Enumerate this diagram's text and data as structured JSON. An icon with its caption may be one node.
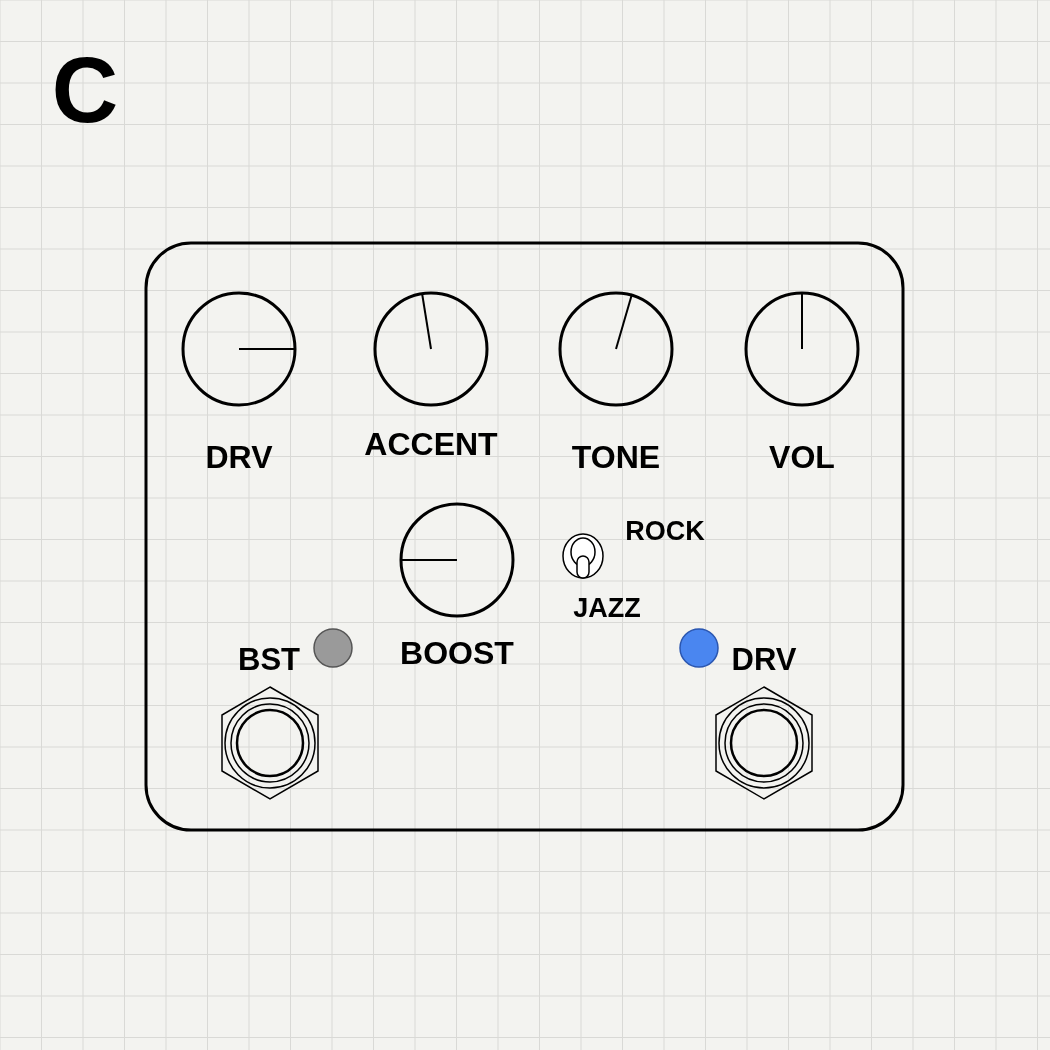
{
  "diagram": {
    "title": "C",
    "labels": [
      "DRV",
      "ACCENT",
      "TONE",
      "VOL",
      "ROCK",
      "JAZZ",
      "BST",
      "BOOST",
      "DRV"
    ]
  }
}
